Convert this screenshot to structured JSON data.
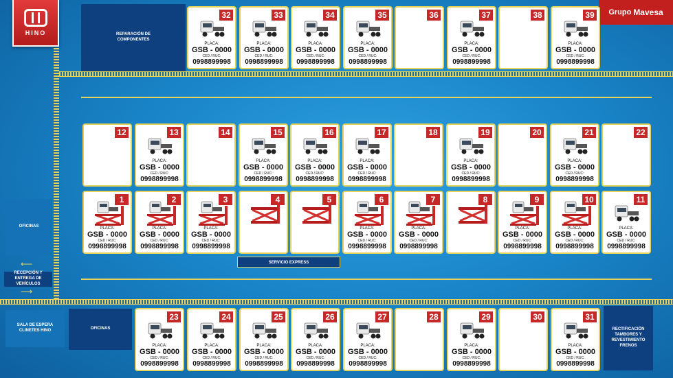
{
  "brand": {
    "logo_text": "HINO",
    "group": "Grupo",
    "group_name": "Mavesa"
  },
  "areas": {
    "reparacion": "REPARACIÓN DE COMPONENTES",
    "oficinas_left": "OFICINAS",
    "recepcion": "RECEPCIÓN Y ENTREGA DE VEHÍCULOS",
    "servicio_express": "SERVICIO EXPRESS",
    "sala_espera": "SALA DE ESPERA CLINETES HINO",
    "oficinas_bottom": "OFICINAS",
    "rectificacion": "RECTIFICACIÓN TAMBORES Y REVESTIMIENTO FRENOS"
  },
  "vehicle_info": {
    "placa_label": "PLACA:",
    "placa": "GSB - 0000",
    "id_label": "CED / RUC:",
    "id_value": "0998899998"
  },
  "bays": [
    {
      "num": "32",
      "kind": "truck"
    },
    {
      "num": "33",
      "kind": "truck"
    },
    {
      "num": "34",
      "kind": "truck"
    },
    {
      "num": "35",
      "kind": "truck"
    },
    {
      "num": "36",
      "kind": "empty"
    },
    {
      "num": "37",
      "kind": "truck"
    },
    {
      "num": "38",
      "kind": "empty"
    },
    {
      "num": "39",
      "kind": "truck"
    },
    {
      "num": "12",
      "kind": "empty"
    },
    {
      "num": "13",
      "kind": "truck"
    },
    {
      "num": "14",
      "kind": "empty"
    },
    {
      "num": "15",
      "kind": "truck"
    },
    {
      "num": "16",
      "kind": "truck"
    },
    {
      "num": "17",
      "kind": "truck"
    },
    {
      "num": "18",
      "kind": "empty"
    },
    {
      "num": "19",
      "kind": "truck"
    },
    {
      "num": "20",
      "kind": "empty"
    },
    {
      "num": "21",
      "kind": "truck"
    },
    {
      "num": "22",
      "kind": "empty"
    },
    {
      "num": "1",
      "kind": "lift-truck"
    },
    {
      "num": "2",
      "kind": "lift-truck"
    },
    {
      "num": "3",
      "kind": "lift-truck"
    },
    {
      "num": "4",
      "kind": "lift"
    },
    {
      "num": "5",
      "kind": "lift"
    },
    {
      "num": "6",
      "kind": "lift-truck"
    },
    {
      "num": "7",
      "kind": "lift-truck"
    },
    {
      "num": "8",
      "kind": "lift"
    },
    {
      "num": "9",
      "kind": "lift-truck"
    },
    {
      "num": "10",
      "kind": "lift-truck"
    },
    {
      "num": "11",
      "kind": "truck"
    },
    {
      "num": "23",
      "kind": "truck"
    },
    {
      "num": "24",
      "kind": "truck"
    },
    {
      "num": "25",
      "kind": "truck"
    },
    {
      "num": "26",
      "kind": "truck"
    },
    {
      "num": "27",
      "kind": "truck"
    },
    {
      "num": "28",
      "kind": "empty"
    },
    {
      "num": "29",
      "kind": "truck"
    },
    {
      "num": "30",
      "kind": "empty"
    },
    {
      "num": "31",
      "kind": "truck"
    }
  ]
}
